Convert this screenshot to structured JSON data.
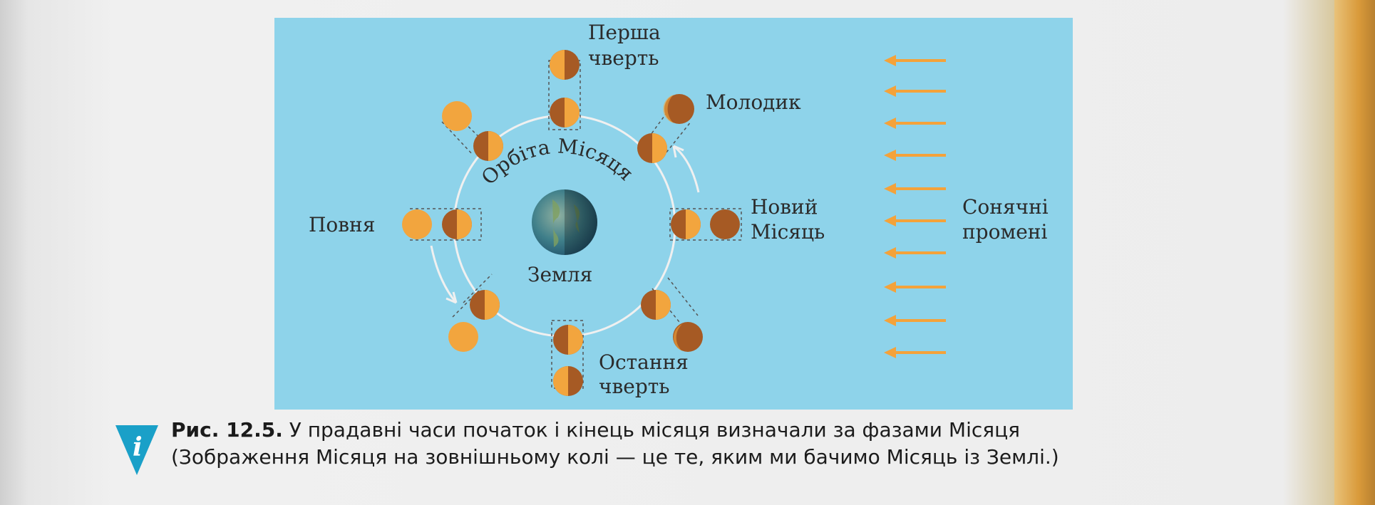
{
  "diagram": {
    "labels": {
      "first_quarter_1": "Перша",
      "first_quarter_2": "чверть",
      "waxing_crescent": "Молодик",
      "new_moon_1": "Новий",
      "new_moon_2": "Місяць",
      "full_moon": "Повня",
      "last_quarter_1": "Остання",
      "last_quarter_2": "чверть",
      "earth": "Земля",
      "orbit": "Орбіта Місяця",
      "sun_rays_1": "Сонячні",
      "sun_rays_2": "промені"
    },
    "colors": {
      "panel": "#8ed3ea",
      "moon_lit": "#f2a53e",
      "moon_dark": "#a65a24",
      "arrow": "#f4a23a",
      "orbit": "#f0f0f0",
      "earth_ocean": "#2f6f8a",
      "earth_land": "#6a8a4a"
    }
  },
  "caption": {
    "figure_label": "Рис. 12.5.",
    "line1": " У прадавні часи початок і кінець місяця визначали за фазами Місяця",
    "line2": "(Зображення Місяця на зовнішньому колі — це те, яким ми бачимо Місяць із Землі.)"
  },
  "icons": {
    "info_badge": "info-i-icon"
  }
}
